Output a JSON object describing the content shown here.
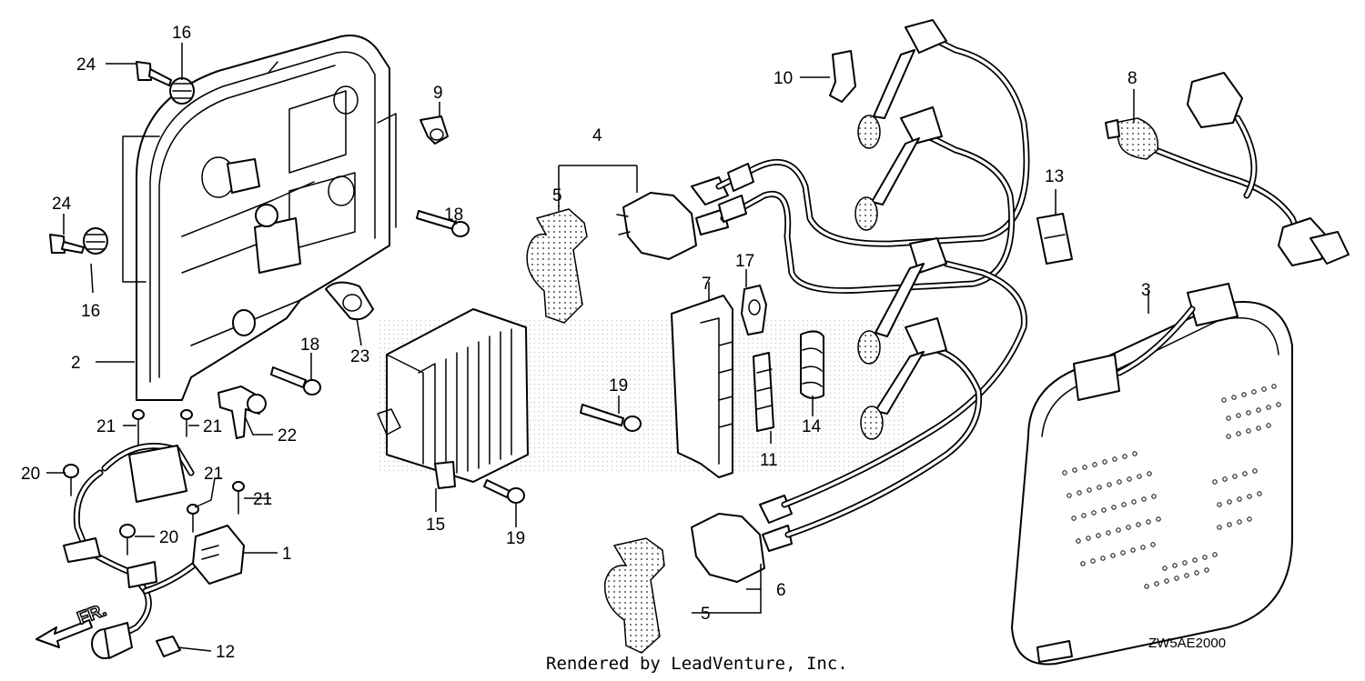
{
  "diagram": {
    "callouts": [
      "1",
      "2",
      "3",
      "4",
      "5",
      "5",
      "6",
      "7",
      "8",
      "9",
      "10",
      "11",
      "12",
      "13",
      "14",
      "15",
      "16",
      "16",
      "17",
      "18",
      "18",
      "19",
      "19",
      "20",
      "20",
      "21",
      "21",
      "21",
      "21",
      "22",
      "23",
      "24",
      "24"
    ],
    "direction_label": "FR.",
    "diagram_code": "ZW5AE2000",
    "credit": "Rendered by LeadVenture, Inc.",
    "colors": {
      "line": "#000000",
      "background": "#ffffff",
      "shading": "#cccccc"
    }
  }
}
